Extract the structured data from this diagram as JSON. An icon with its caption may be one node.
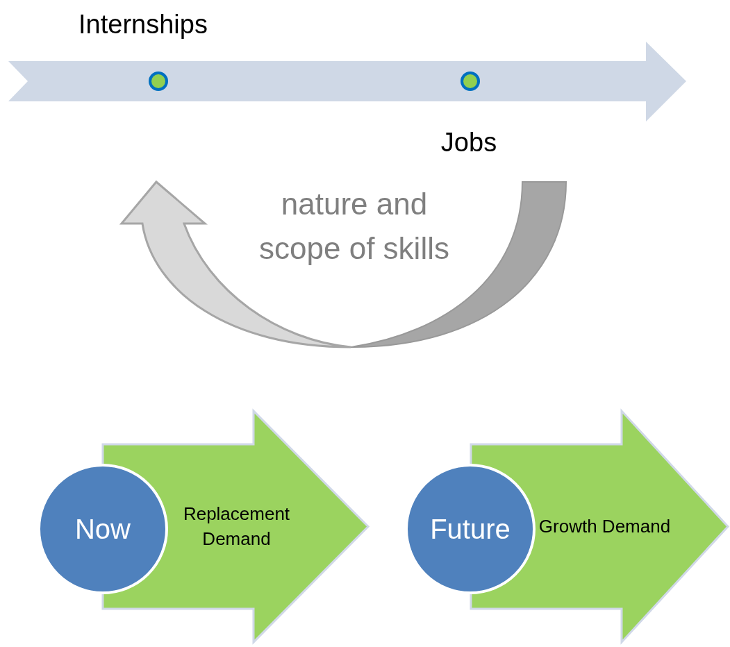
{
  "diagram": {
    "nodes": [
      {
        "text": [
          "Now"
        ]
      },
      {
        "text": [
          "Replacement Demand"
        ]
      },
      {
        "text": [
          "Future"
        ]
      },
      {
        "text": [
          "Growth Demand"
        ]
      }
    ],
    "labels": [
      "Internships",
      "Jobs",
      "nature and scope of skills"
    ]
  }
}
